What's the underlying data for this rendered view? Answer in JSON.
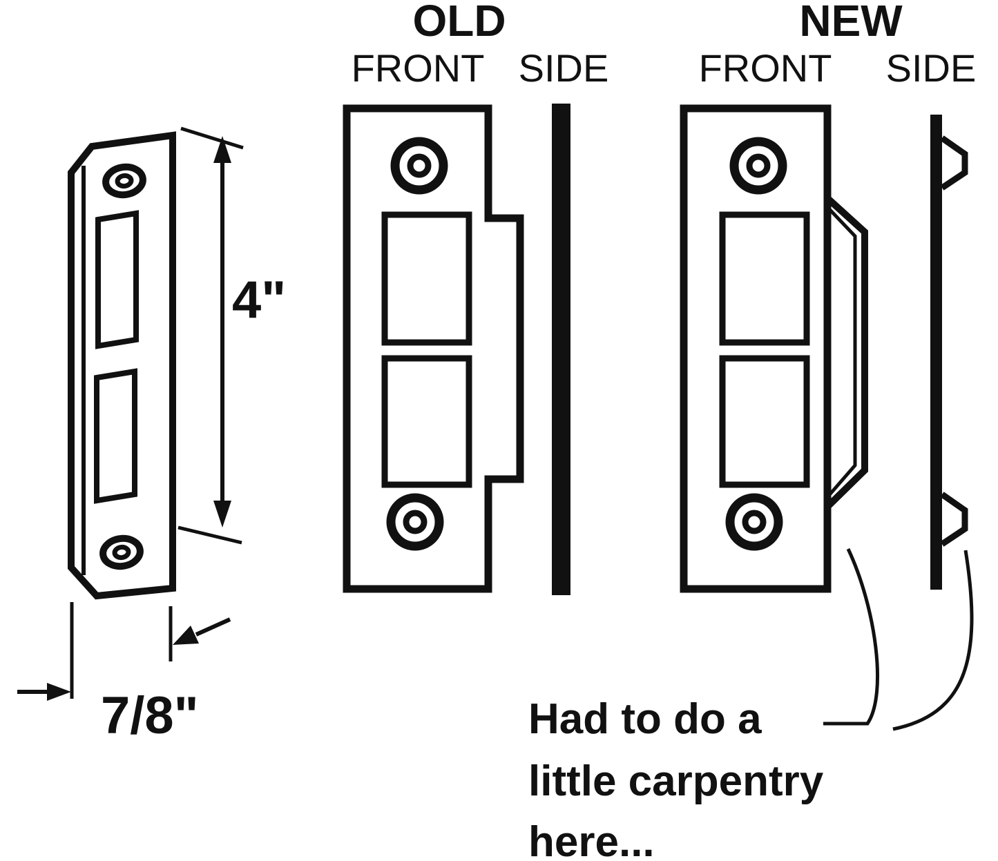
{
  "diagram": {
    "dims": {
      "height": "4\"",
      "width": "7/8\""
    },
    "old": {
      "title": "OLD",
      "front": "FRONT",
      "side": "SIDE"
    },
    "new": {
      "title": "NEW",
      "front": "FRONT",
      "side": "SIDE"
    },
    "annotation": {
      "line1": "Had to do a",
      "line2": "little carpentry",
      "line3": "here..."
    },
    "colors": {
      "ink": "#111111",
      "background": "#ffffff"
    }
  }
}
